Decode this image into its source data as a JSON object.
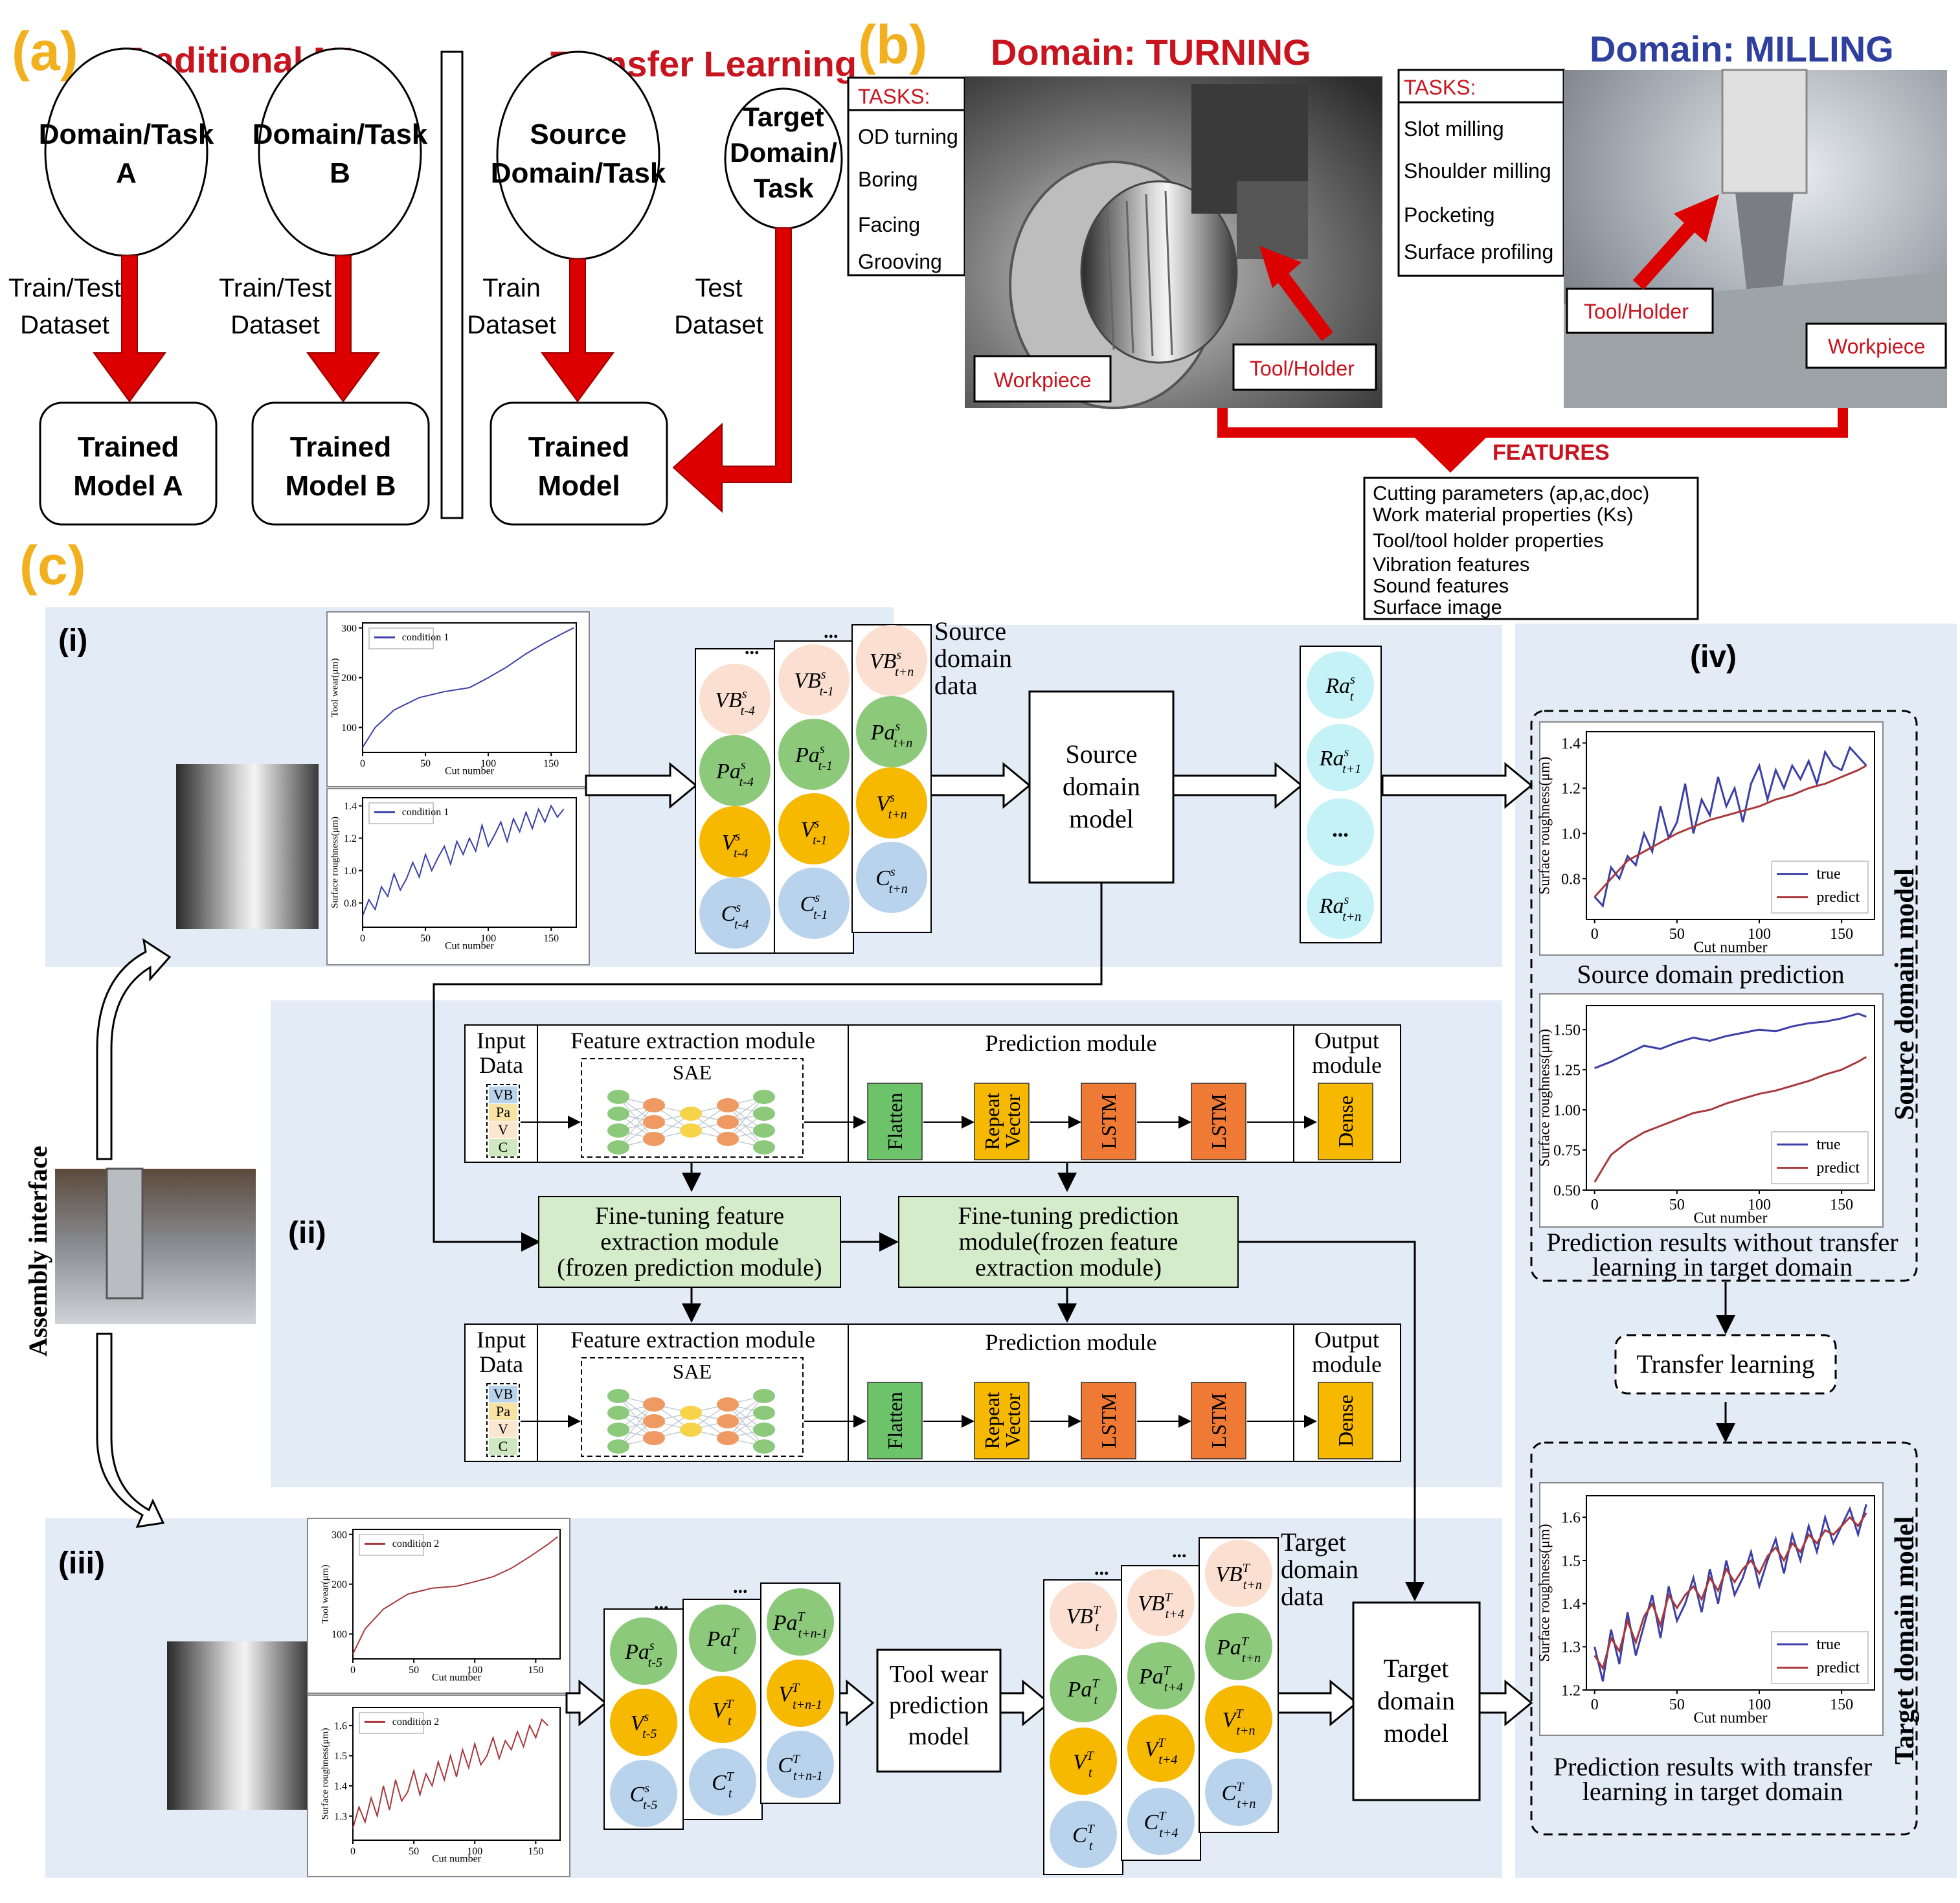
{
  "colors": {
    "red_arrow": "#dd0000",
    "label_gold": "#f2b01e",
    "title_red": "#c8141e",
    "title_blue": "#2e3f9e",
    "panel_bg": "#e3ebf6",
    "green_box": "#d4ecc9",
    "circle_peach": "#fbe0d2",
    "circle_green": "#8cc97a",
    "circle_gold": "#f7b800",
    "circle_blue": "#b9d3ec",
    "circle_cyan": "#c4f2f7",
    "flatten": "#6cc36a",
    "repeat": "#f7b800",
    "lstm": "#ee7a35",
    "dense": "#f7b800",
    "true_line": "#3b3fa6",
    "predict_line": "#a8383c"
  },
  "panel_a": {
    "label": "(a)",
    "trad_title": "Traditional ML",
    "tl_title": "Transfer Learning",
    "domain_a": [
      "Domain/Task",
      "A"
    ],
    "domain_b": [
      "Domain/Task",
      "B"
    ],
    "source": [
      "Source",
      "Domain/Task"
    ],
    "target": [
      "Target",
      "Domain/",
      "Task"
    ],
    "train_test": [
      "Train/Test",
      "Dataset"
    ],
    "train": [
      "Train",
      "Dataset"
    ],
    "test": [
      "Test",
      "Dataset"
    ],
    "model_a": [
      "Trained",
      "Model A"
    ],
    "model_b": [
      "Trained",
      "Model B"
    ],
    "model": [
      "Trained",
      "Model"
    ]
  },
  "panel_b": {
    "label": "(b)",
    "turning_title": "Domain: TURNING",
    "milling_title": "Domain: MILLING",
    "tasks_header": "TASKS:",
    "turning_tasks": [
      "OD turning",
      "Boring",
      "Facing",
      "Grooving"
    ],
    "milling_tasks": [
      "Slot milling",
      "Shoulder milling",
      "Pocketing",
      "Surface profiling"
    ],
    "workpiece": "Workpiece",
    "tool_holder": "Tool/Holder",
    "features_title": "FEATURES",
    "features": [
      "Cutting parameters (ap,ac,doc)",
      "Work material properties (Ks)",
      "Tool/tool holder properties",
      "Vibration features",
      "Sound features",
      "Surface image"
    ]
  },
  "panel_c": {
    "label": "(c)",
    "sub_i": "(i)",
    "sub_ii": "(ii)",
    "sub_iii": "(iii)",
    "sub_iv": "(iv)",
    "assembly": "Assembly  interface",
    "source_data": [
      "Source",
      "domain",
      "data"
    ],
    "target_data": [
      "Target",
      "domain",
      "data"
    ],
    "source_model": [
      "Source",
      "domain",
      "model"
    ],
    "target_model": [
      "Target",
      "domain",
      "model"
    ],
    "tool_wear_model": [
      "Tool wear",
      "prediction",
      "model"
    ],
    "input_data": [
      "Input",
      "Data"
    ],
    "feature_module": "Feature extraction module",
    "prediction_module": "Prediction module",
    "output_module": [
      "Output",
      "module"
    ],
    "sae": "SAE",
    "input_vars": [
      "VB",
      "Pa",
      "V",
      "C"
    ],
    "layers": [
      "Flatten",
      "Repeat Vector",
      "LSTM",
      "LSTM",
      "Dense"
    ],
    "finetune_feat": [
      "Fine-tuning feature",
      "extraction module",
      "(frozen prediction module)"
    ],
    "finetune_pred": [
      "Fine-tuning prediction",
      "module(frozen feature",
      "extraction module)"
    ],
    "source_pred_caption": "Source domain prediction",
    "no_transfer_caption": [
      "Prediction results without transfer",
      "learning in target domain"
    ],
    "with_transfer_caption": [
      "Prediction results with transfer",
      "learning in target domain"
    ],
    "transfer_learning": "Transfer learning",
    "source_model_side": "Source domain model",
    "target_model_side": "Target domain model",
    "ellipsis": "..."
  },
  "chart_data": [
    {
      "id": "wear1",
      "type": "line",
      "title": "",
      "legend": [
        "condition 1"
      ],
      "xlabel": "Cut number",
      "ylabel": "Tool wear(μm)",
      "xlim": [
        0,
        170
      ],
      "ylim": [
        50,
        310
      ],
      "xticks": [
        0,
        50,
        100,
        150
      ],
      "yticks": [
        100,
        200,
        300
      ],
      "series": [
        {
          "name": "condition 1",
          "x": [
            0,
            10,
            25,
            45,
            65,
            85,
            100,
            115,
            130,
            145,
            160,
            168
          ],
          "y": [
            60,
            100,
            135,
            160,
            172,
            180,
            200,
            222,
            248,
            270,
            290,
            300
          ]
        }
      ]
    },
    {
      "id": "rough1",
      "type": "line",
      "title": "",
      "legend": [
        "condition 1"
      ],
      "xlabel": "Cut number",
      "ylabel": "Surface roughness(μm)",
      "xlim": [
        0,
        170
      ],
      "ylim": [
        0.65,
        1.45
      ],
      "xticks": [
        0,
        50,
        100,
        150
      ],
      "yticks": [
        0.8,
        1.0,
        1.2,
        1.4
      ],
      "series": [
        {
          "name": "condition 1",
          "x": [
            0,
            5,
            10,
            15,
            20,
            25,
            30,
            35,
            40,
            45,
            50,
            55,
            60,
            65,
            70,
            75,
            80,
            85,
            90,
            95,
            100,
            105,
            110,
            115,
            120,
            125,
            130,
            135,
            140,
            145,
            150,
            155,
            160
          ],
          "y": [
            0.72,
            0.82,
            0.76,
            0.9,
            0.84,
            0.98,
            0.88,
            0.95,
            1.05,
            0.96,
            1.1,
            1.0,
            1.08,
            1.15,
            1.04,
            1.18,
            1.1,
            1.2,
            1.12,
            1.28,
            1.15,
            1.22,
            1.3,
            1.18,
            1.32,
            1.24,
            1.36,
            1.26,
            1.38,
            1.3,
            1.4,
            1.33,
            1.38
          ]
        }
      ]
    },
    {
      "id": "wear2",
      "type": "line",
      "title": "",
      "legend": [
        "condition 2"
      ],
      "xlabel": "Cut number",
      "ylabel": "Tool wear(μm)",
      "xlim": [
        0,
        170
      ],
      "ylim": [
        50,
        310
      ],
      "xticks": [
        0,
        50,
        100,
        150
      ],
      "yticks": [
        100,
        200,
        300
      ],
      "series": [
        {
          "name": "condition 2",
          "x": [
            0,
            10,
            25,
            45,
            65,
            85,
            100,
            115,
            130,
            145,
            160,
            168
          ],
          "y": [
            60,
            110,
            150,
            180,
            192,
            196,
            205,
            215,
            232,
            255,
            280,
            295
          ]
        }
      ]
    },
    {
      "id": "rough2",
      "type": "line",
      "title": "",
      "legend": [
        "condition 2"
      ],
      "xlabel": "Cut number",
      "ylabel": "Surface roughness(μm)",
      "xlim": [
        0,
        170
      ],
      "ylim": [
        1.22,
        1.66
      ],
      "xticks": [
        0,
        50,
        100,
        150
      ],
      "yticks": [
        1.3,
        1.4,
        1.5,
        1.6
      ],
      "series": [
        {
          "name": "condition 2",
          "x": [
            0,
            5,
            10,
            15,
            20,
            25,
            30,
            35,
            40,
            45,
            50,
            55,
            60,
            65,
            70,
            75,
            80,
            85,
            90,
            95,
            100,
            105,
            110,
            115,
            120,
            125,
            130,
            135,
            140,
            145,
            150,
            155,
            160
          ],
          "y": [
            1.26,
            1.33,
            1.28,
            1.36,
            1.3,
            1.4,
            1.32,
            1.42,
            1.35,
            1.38,
            1.45,
            1.37,
            1.44,
            1.4,
            1.48,
            1.42,
            1.5,
            1.43,
            1.52,
            1.46,
            1.54,
            1.47,
            1.5,
            1.56,
            1.49,
            1.55,
            1.52,
            1.58,
            1.53,
            1.6,
            1.56,
            1.62,
            1.6
          ]
        }
      ]
    },
    {
      "id": "src_pred",
      "type": "line",
      "title": "",
      "legend": [
        "true",
        "predict"
      ],
      "xlabel": "Cut number",
      "ylabel": "Surface roughness(μm)",
      "xlim": [
        -5,
        170
      ],
      "ylim": [
        0.62,
        1.45
      ],
      "xticks": [
        0,
        50,
        100,
        150
      ],
      "yticks": [
        0.8,
        1.0,
        1.2,
        1.4
      ],
      "series": [
        {
          "name": "true",
          "x": [
            0,
            5,
            10,
            15,
            20,
            25,
            30,
            35,
            40,
            45,
            50,
            55,
            60,
            65,
            70,
            75,
            80,
            85,
            90,
            95,
            100,
            105,
            110,
            115,
            120,
            125,
            130,
            135,
            140,
            145,
            150,
            155,
            160,
            165
          ],
          "y": [
            0.72,
            0.68,
            0.85,
            0.8,
            0.9,
            0.86,
            1.0,
            0.92,
            1.12,
            0.98,
            1.05,
            1.22,
            1.0,
            1.15,
            1.08,
            1.25,
            1.12,
            1.2,
            1.05,
            1.22,
            1.3,
            1.15,
            1.28,
            1.2,
            1.3,
            1.24,
            1.32,
            1.22,
            1.36,
            1.3,
            1.28,
            1.38,
            1.34,
            1.3
          ]
        },
        {
          "name": "predict",
          "x": [
            0,
            10,
            20,
            30,
            40,
            50,
            60,
            70,
            80,
            90,
            100,
            110,
            120,
            130,
            140,
            150,
            160,
            165
          ],
          "y": [
            0.72,
            0.8,
            0.88,
            0.92,
            0.96,
            1.0,
            1.03,
            1.06,
            1.08,
            1.1,
            1.12,
            1.15,
            1.17,
            1.2,
            1.22,
            1.25,
            1.28,
            1.3
          ]
        }
      ]
    },
    {
      "id": "no_tl",
      "type": "line",
      "title": "",
      "legend": [
        "true",
        "predict"
      ],
      "xlabel": "Cut number",
      "ylabel": "Surface roughness(μm)",
      "xlim": [
        -5,
        170
      ],
      "ylim": [
        0.5,
        1.65
      ],
      "xticks": [
        0,
        50,
        100,
        150
      ],
      "yticks": [
        0.5,
        0.75,
        1.0,
        1.25,
        1.5
      ],
      "series": [
        {
          "name": "true",
          "x": [
            0,
            10,
            20,
            30,
            40,
            50,
            60,
            70,
            80,
            90,
            100,
            110,
            120,
            130,
            140,
            150,
            160,
            165
          ],
          "y": [
            1.26,
            1.3,
            1.35,
            1.4,
            1.38,
            1.42,
            1.45,
            1.43,
            1.46,
            1.48,
            1.5,
            1.49,
            1.52,
            1.54,
            1.55,
            1.57,
            1.6,
            1.58
          ]
        },
        {
          "name": "predict",
          "x": [
            0,
            10,
            20,
            30,
            40,
            50,
            60,
            70,
            80,
            90,
            100,
            110,
            120,
            130,
            140,
            150,
            160,
            165
          ],
          "y": [
            0.55,
            0.72,
            0.8,
            0.86,
            0.9,
            0.94,
            0.98,
            1.0,
            1.04,
            1.07,
            1.1,
            1.12,
            1.15,
            1.18,
            1.22,
            1.25,
            1.3,
            1.33
          ]
        }
      ]
    },
    {
      "id": "with_tl",
      "type": "line",
      "title": "",
      "legend": [
        "true",
        "predict"
      ],
      "xlabel": "Cut number",
      "ylabel": "Surface roughness(μm)",
      "xlim": [
        -5,
        170
      ],
      "ylim": [
        1.2,
        1.65
      ],
      "xticks": [
        0,
        50,
        100,
        150
      ],
      "yticks": [
        1.2,
        1.3,
        1.4,
        1.5,
        1.6
      ],
      "series": [
        {
          "name": "true",
          "x": [
            0,
            5,
            10,
            15,
            20,
            25,
            30,
            35,
            40,
            45,
            50,
            55,
            60,
            65,
            70,
            75,
            80,
            85,
            90,
            95,
            100,
            105,
            110,
            115,
            120,
            125,
            130,
            135,
            140,
            145,
            150,
            155,
            160,
            165
          ],
          "y": [
            1.3,
            1.22,
            1.34,
            1.26,
            1.38,
            1.28,
            1.35,
            1.42,
            1.32,
            1.44,
            1.36,
            1.4,
            1.46,
            1.38,
            1.48,
            1.4,
            1.5,
            1.42,
            1.46,
            1.52,
            1.44,
            1.5,
            1.55,
            1.47,
            1.56,
            1.5,
            1.58,
            1.52,
            1.6,
            1.54,
            1.58,
            1.62,
            1.56,
            1.63
          ]
        },
        {
          "name": "predict",
          "x": [
            0,
            5,
            10,
            15,
            20,
            25,
            30,
            35,
            40,
            45,
            50,
            55,
            60,
            65,
            70,
            75,
            80,
            85,
            90,
            95,
            100,
            105,
            110,
            115,
            120,
            125,
            130,
            135,
            140,
            145,
            150,
            155,
            160,
            165
          ],
          "y": [
            1.28,
            1.25,
            1.32,
            1.29,
            1.36,
            1.31,
            1.37,
            1.4,
            1.35,
            1.42,
            1.39,
            1.42,
            1.44,
            1.41,
            1.46,
            1.43,
            1.48,
            1.45,
            1.48,
            1.5,
            1.47,
            1.51,
            1.53,
            1.5,
            1.54,
            1.52,
            1.56,
            1.54,
            1.57,
            1.56,
            1.58,
            1.6,
            1.58,
            1.61
          ]
        }
      ]
    }
  ]
}
